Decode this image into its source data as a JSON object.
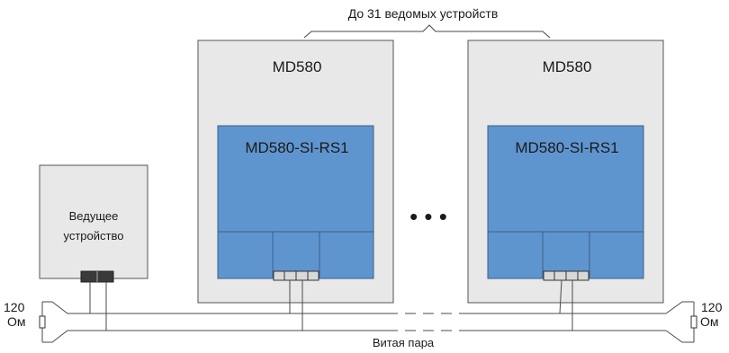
{
  "header": {
    "label": "До 31 ведомых устройств"
  },
  "master": {
    "line1": "Ведущее",
    "line2": "устройство"
  },
  "slaves": [
    {
      "drive": "MD580",
      "card": "MD580-SI-RS1"
    },
    {
      "drive": "MD580",
      "card": "MD580-SI-RS1"
    }
  ],
  "ellipsis": "• • •",
  "terminator_left": {
    "value": "120",
    "unit": "Ом"
  },
  "terminator_right": {
    "value": "120",
    "unit": "Ом"
  },
  "cable": {
    "label": "Витая пара"
  },
  "colors": {
    "enclosure": "#e8e8e8",
    "card": "#5f95cf",
    "card_border": "#3d5f86",
    "connector_dark": "#3a3a3a",
    "connector_light": "#d9d9d9",
    "line": "#4a4a4a"
  }
}
